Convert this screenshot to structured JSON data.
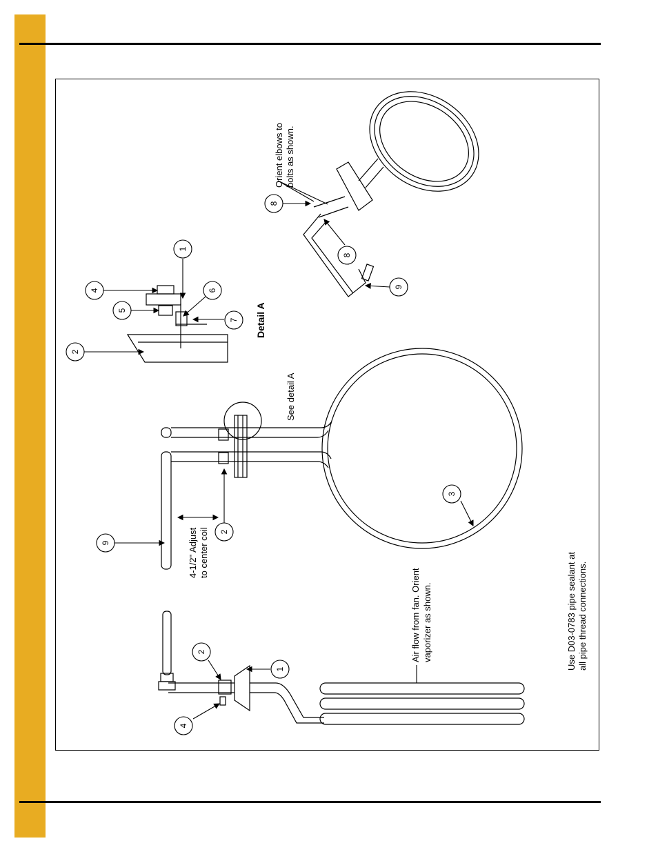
{
  "page": {
    "band_color": "#E8AC22",
    "rule_color": "#000000"
  },
  "figure": {
    "callouts": {
      "c1a": "1",
      "c2a": "2",
      "c4a": "4",
      "c9": "9",
      "c2b": "2",
      "c3": "3",
      "d2": "2",
      "d4": "4",
      "d5": "5",
      "d1": "1",
      "d6": "6",
      "d7": "7",
      "r8a": "8",
      "r8b": "8",
      "r9": "9"
    },
    "notes": {
      "airflow_line1": "Air flow from fan. Orient",
      "airflow_line2": "vaporizer as shown.",
      "adjust_line1": "4-1/2\" Adjust",
      "adjust_line2": "to center coil",
      "see_detail": "See detail A",
      "detail_title": "Detail A",
      "elbows_line1": "Orient elbows to",
      "elbows_line2": "bolts as shown.",
      "sealant_line1": "Use D03-0783 pipe sealant at",
      "sealant_line2": "all pipe thread connections."
    }
  }
}
